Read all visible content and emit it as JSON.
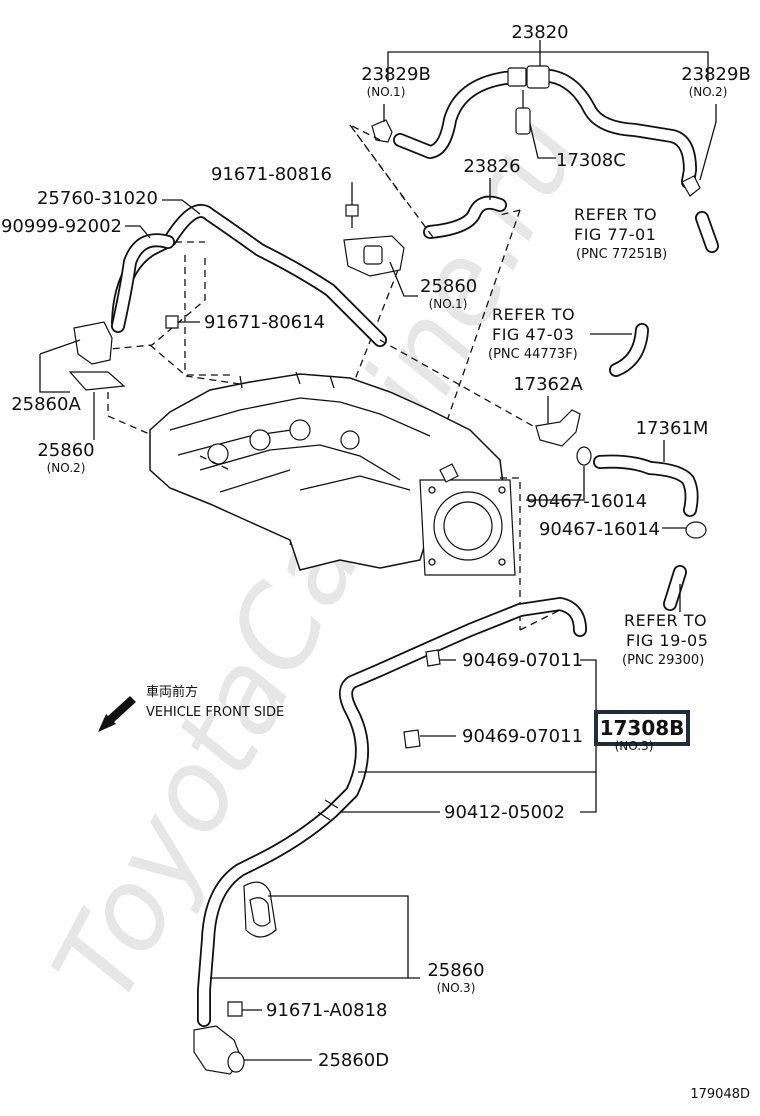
{
  "watermark": "ToyotaCarMine.ru",
  "figure_code": "179048D",
  "direction_label": {
    "jp": "車両前方",
    "en": "VEHICLE FRONT SIDE"
  },
  "labels": {
    "p23820": "23820",
    "p23829b_left": "23829B",
    "p23829b_left_sub": "(NO.1)",
    "p23829b_right": "23829B",
    "p23829b_right_sub": "(NO.2)",
    "p17308c": "17308C",
    "p23826": "23826",
    "p91671_80816": "91671-80816",
    "p25760_31020": "25760-31020",
    "p90999_92002": "90999-92002",
    "p25860_no1": "25860",
    "p25860_no1_sub": "(NO.1)",
    "p91671_80614": "91671-80614",
    "p25860a": "25860A",
    "p25860_no2": "25860",
    "p25860_no2_sub": "(NO.2)",
    "p17362a": "17362A",
    "p17361m": "17361M",
    "p90467_16014_a": "90467-16014",
    "p90467_16014_b": "90467-16014",
    "p90469_07011_a": "90469-07011",
    "p90469_07011_b": "90469-07011",
    "p17308b": "17308B",
    "p17308b_sub": "(NO.3)",
    "p90412_05002": "90412-05002",
    "p25860_no3": "25860",
    "p25860_no3_sub": "(NO.3)",
    "p91671_a0818": "91671-A0818",
    "p25860d": "25860D"
  },
  "refs": {
    "fig77": {
      "line1": "REFER TO",
      "line2": "FIG 77-01",
      "line3": "(PNC 77251B)"
    },
    "fig47": {
      "line1": "REFER TO",
      "line2": "FIG 47-03",
      "line3": "(PNC 44773F)"
    },
    "fig19": {
      "line1": "REFER TO",
      "line2": "FIG 19-05",
      "line3": "(PNC 29300)"
    }
  }
}
